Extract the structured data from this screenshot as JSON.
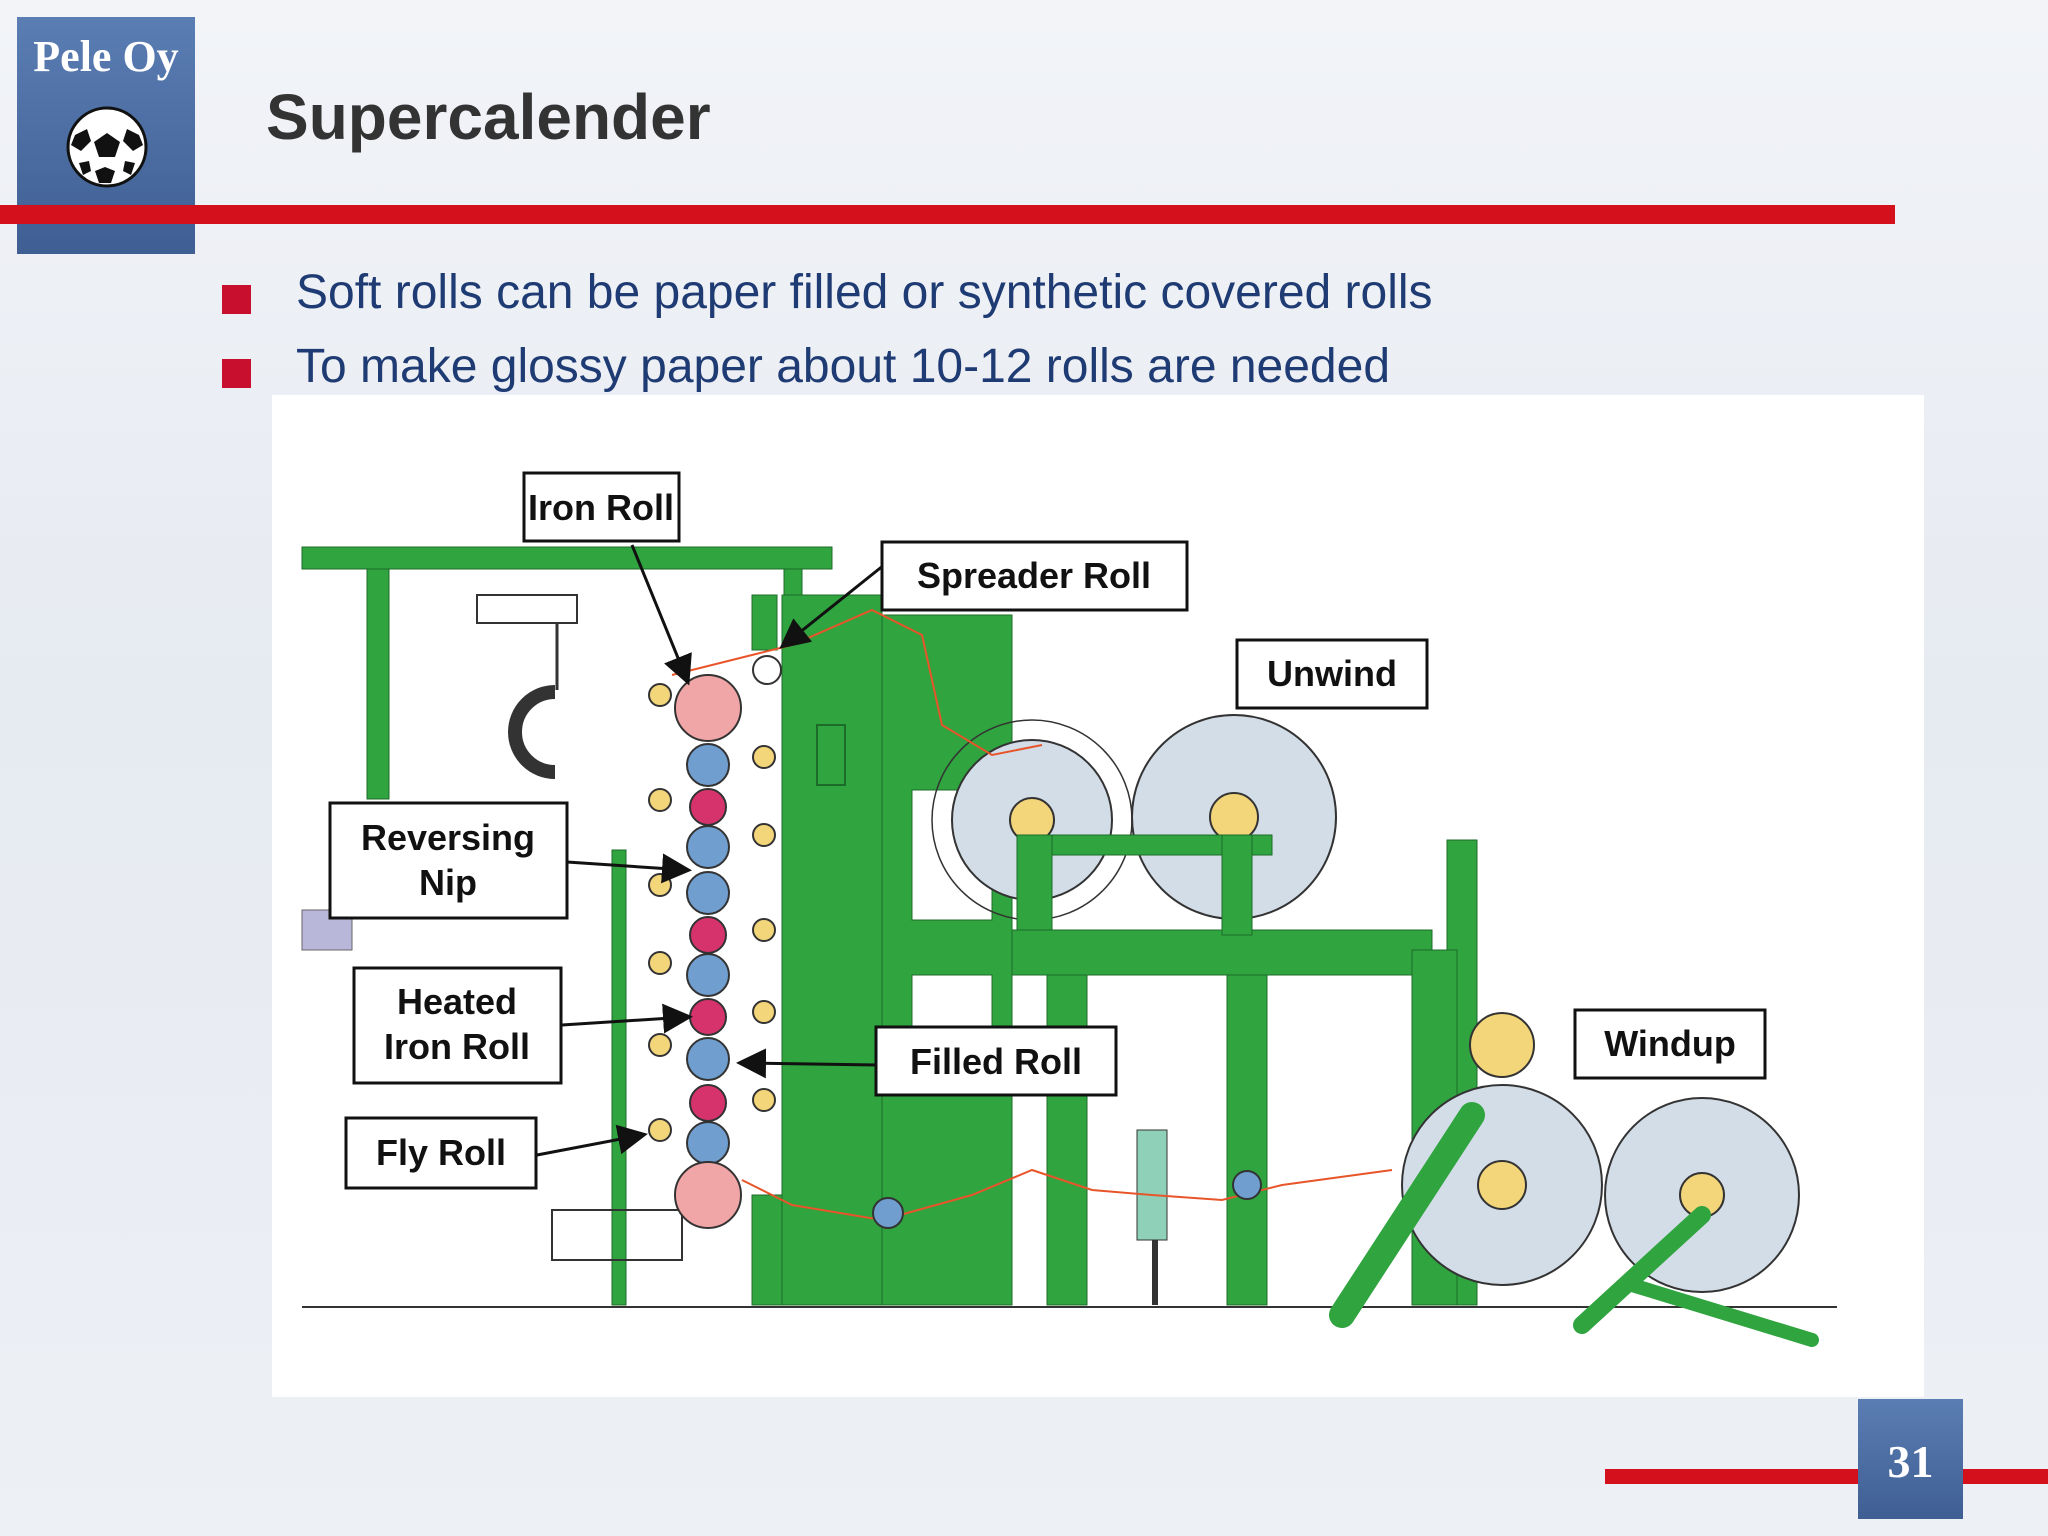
{
  "logo": {
    "company": "Pele Oy",
    "icon": "soccer-ball-icon"
  },
  "title": "Supercalender",
  "bullets": [
    "Soft rolls can be paper filled or synthetic covered rolls",
    "To make glossy paper about 10-12 rolls are needed"
  ],
  "diagram": {
    "labels": {
      "iron_roll": "Iron Roll",
      "spreader_roll": "Spreader Roll",
      "unwind": "Unwind",
      "reversing_nip_1": "Reversing",
      "reversing_nip_2": "Nip",
      "heated_iron_roll_1": "Heated",
      "heated_iron_roll_2": "Iron Roll",
      "filled_roll": "Filled Roll",
      "windup": "Windup",
      "fly_roll": "Fly Roll"
    },
    "colors": {
      "frame": "#2fa43f",
      "filled_roll": "#6f9ecf",
      "heated_roll": "#d6336c",
      "iron_roll": "#f0a6a6",
      "fly_roll": "#f3d57a",
      "reel": "#d3dde8",
      "paper_web": "#e8552b"
    }
  },
  "page_number": "31"
}
